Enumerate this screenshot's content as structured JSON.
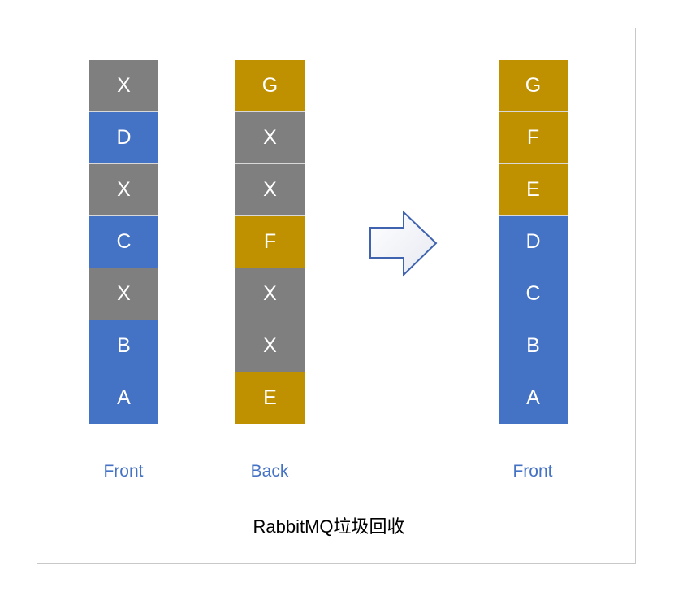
{
  "colors": {
    "gray": "#7f7f7f",
    "blue": "#4472c4",
    "gold": "#bf9000"
  },
  "columns": [
    {
      "label": "Front",
      "cells": [
        {
          "t": "X",
          "c": "gray"
        },
        {
          "t": "D",
          "c": "blue"
        },
        {
          "t": "X",
          "c": "gray"
        },
        {
          "t": "C",
          "c": "blue"
        },
        {
          "t": "X",
          "c": "gray"
        },
        {
          "t": "B",
          "c": "blue"
        },
        {
          "t": "A",
          "c": "blue"
        }
      ]
    },
    {
      "label": "Back",
      "cells": [
        {
          "t": "G",
          "c": "gold"
        },
        {
          "t": "X",
          "c": "gray"
        },
        {
          "t": "X",
          "c": "gray"
        },
        {
          "t": "F",
          "c": "gold"
        },
        {
          "t": "X",
          "c": "gray"
        },
        {
          "t": "X",
          "c": "gray"
        },
        {
          "t": "E",
          "c": "gold"
        }
      ]
    },
    {
      "label": "Front",
      "cells": [
        {
          "t": "G",
          "c": "gold"
        },
        {
          "t": "F",
          "c": "gold"
        },
        {
          "t": "E",
          "c": "gold"
        },
        {
          "t": "D",
          "c": "blue"
        },
        {
          "t": "C",
          "c": "blue"
        },
        {
          "t": "B",
          "c": "blue"
        },
        {
          "t": "A",
          "c": "blue"
        }
      ]
    }
  ],
  "title": "RabbitMQ垃圾回收"
}
